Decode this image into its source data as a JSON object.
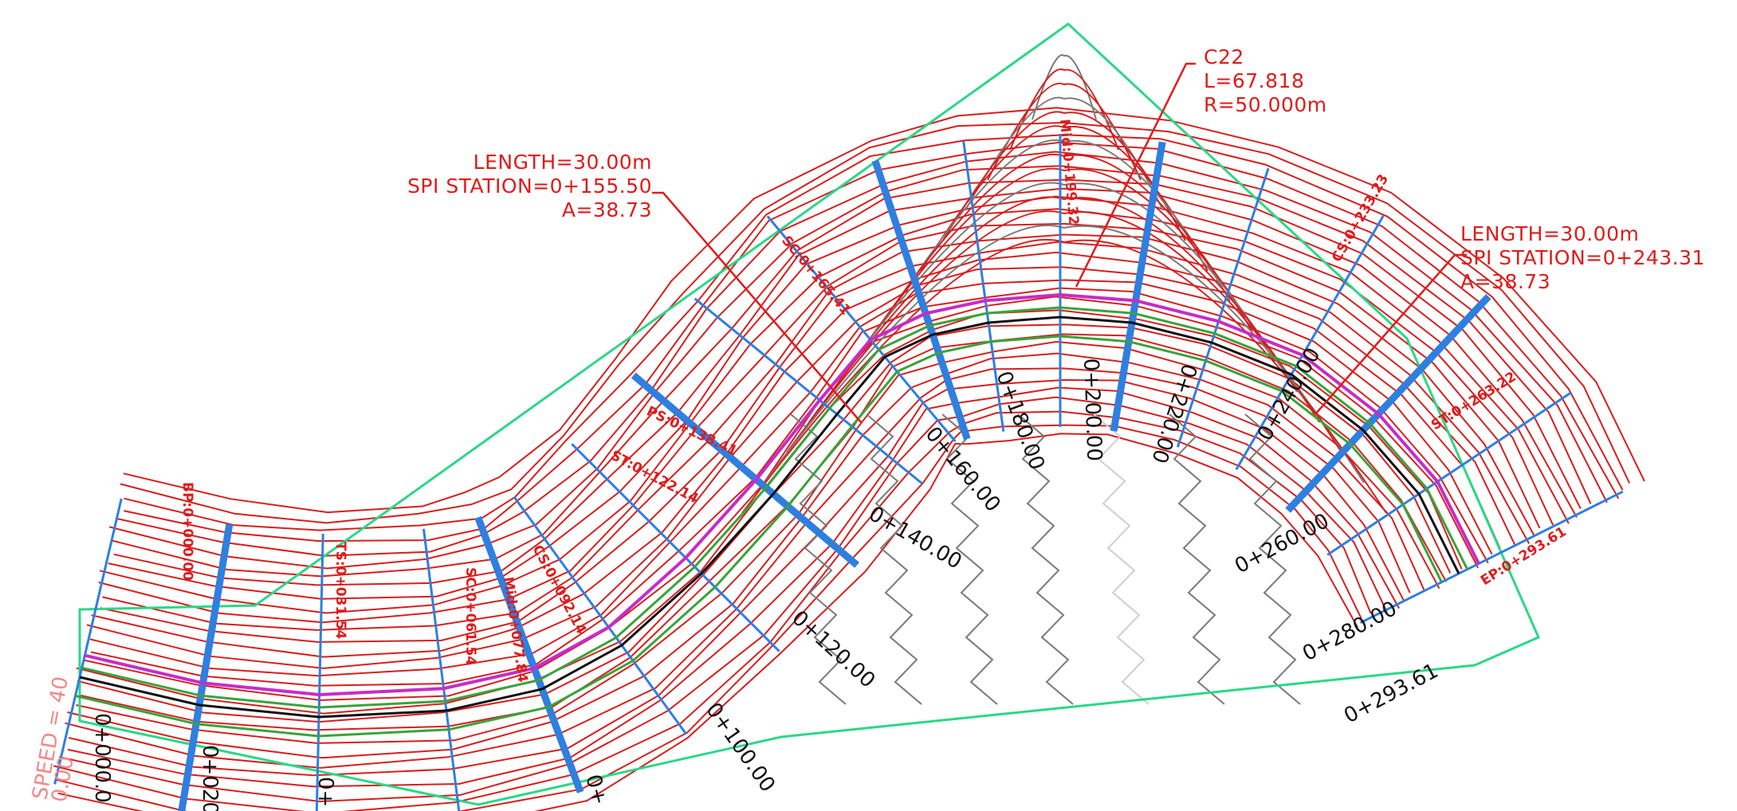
{
  "colors": {
    "boundary": "#2ad887",
    "contour_red": "#d71e1e",
    "contour_gray": "#7a7a7a",
    "contour_green": "#3aa33a",
    "alignment_black": "#111111",
    "alignment_magenta": "#c72cc7",
    "section_blue": "#2f7fe0",
    "label_red": "#e01b1b",
    "label_black": "#111111",
    "speed_pink": "#f08a8a"
  },
  "callouts": {
    "c22": {
      "name": "C22",
      "length": "L=67.818",
      "radius": "R=50.000m"
    },
    "spi_left": {
      "length": "LENGTH=30.00m",
      "station": "SPI  STATION=0+155.50",
      "a": "A=38.73"
    },
    "spi_right": {
      "length": "LENGTH=30.00m",
      "station": "SPI  STATION=0+243.31",
      "a": "A=38.73"
    }
  },
  "stations": [
    "0+000.0",
    "0+020",
    "0+",
    "0+",
    "0+100.00",
    "0+120.00",
    "0+140.00",
    "0+160.00",
    "0+180.00",
    "0+200.00",
    "0+220.00",
    "0+240.00",
    "0+260.00",
    "0+280.00",
    "0+293.61"
  ],
  "key_points": {
    "bp": "BP:0+000.00",
    "ts": "TS:0+031.54",
    "sc": "SC:0+061.54",
    "mid1": "Mid:0+077.84",
    "cs": "CS:0+092.14",
    "st": "ST:0+122.14",
    "ps": "PS:0+138.41",
    "sc2": "SC:0+165.41",
    "mid2": "Mid:0+199.32",
    "cs2": "CS:0+233.23",
    "st2": "ST:0+263.22",
    "ep": "EP:0+293.61"
  },
  "speed_label": "SPEED = 40",
  "speed_value": "0.00"
}
